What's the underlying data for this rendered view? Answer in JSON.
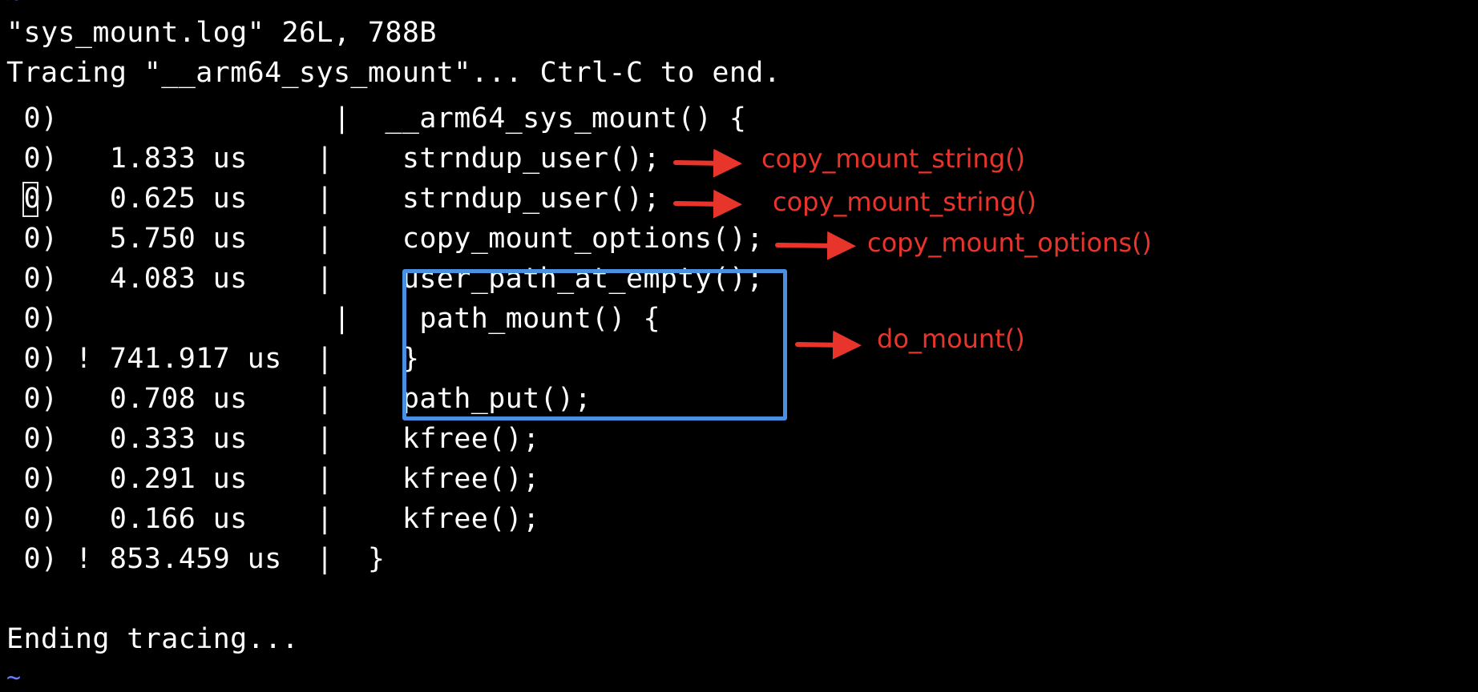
{
  "terminal": {
    "status_line": "\"sys_mount.log\" 26L, 788B",
    "tracing_line": "Tracing \"__arm64_sys_mount\"... Ctrl-C to end.",
    "rows": [
      " 0)                |  __arm64_sys_mount() {",
      " 0)   1.833 us    |    strndup_user();",
      " 0)   0.625 us    |    strndup_user();",
      " 0)   5.750 us    |    copy_mount_options();",
      " 0)   4.083 us    |    user_path_at_empty();",
      " 0)                |    path_mount() {",
      " 0) ! 741.917 us  |    }",
      " 0)   0.708 us    |    path_put();",
      " 0)   0.333 us    |    kfree();",
      " 0)   0.291 us    |    kfree();",
      " 0)   0.166 us    |    kfree();",
      " 0) ! 853.459 us  |  }"
    ],
    "ending_line": "Ending tracing...",
    "tilde_top": "~",
    "tilde_bottom": "~"
  },
  "annotations": {
    "labels": [
      "copy_mount_string()",
      "copy_mount_string()",
      "copy_mount_options()",
      "do_mount()"
    ],
    "arrow_color": "#e8352c",
    "box_color": "#4a90e2"
  },
  "colors": {
    "background": "#000000",
    "foreground": "#ffffff",
    "tilde": "#6b7cf5"
  }
}
